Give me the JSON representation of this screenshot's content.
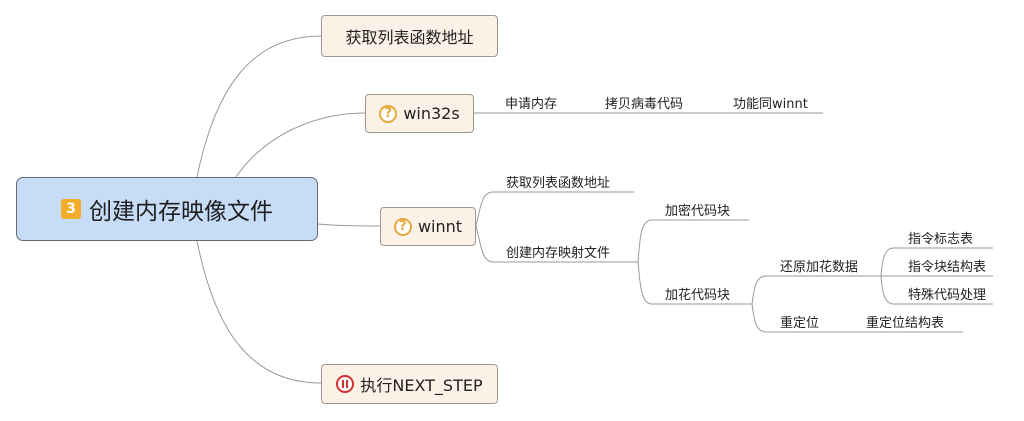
{
  "root": {
    "badge": "3",
    "label": "创建内存映像文件"
  },
  "nodes": {
    "get_func_addr_top": "获取列表函数地址",
    "win32s": "win32s",
    "winnt": "winnt",
    "exec_next_step": "执行NEXT_STEP"
  },
  "win32s_branch": {
    "alloc_memory": "申请内存",
    "copy_virus_code": "拷贝病毒代码",
    "same_as_winnt": "功能同winnt"
  },
  "winnt_branch": {
    "get_func_addr": "获取列表函数地址",
    "create_mapping_file": "创建内存映射文件",
    "encrypt_code_block": "加密代码块",
    "junk_code_block": "加花代码块",
    "restore_junk_data": "还原加花数据",
    "instruction_flag_table": "指令标志表",
    "instruction_block_struct_table": "指令块结构表",
    "special_code_handling": "特殊代码处理",
    "relocation": "重定位",
    "relocation_struct_table": "重定位结构表"
  },
  "icons": {
    "win32s": "question-icon",
    "winnt": "question-icon",
    "exec_next_step": "pause-icon",
    "root": "priority-3-badge"
  },
  "colors": {
    "root_fill": "#c7dcf7",
    "node_fill": "#fbf1e7",
    "badge": "#f3ad2a",
    "question": "#e4a93a",
    "pause": "#d03030",
    "line": "#9a9a9a"
  }
}
